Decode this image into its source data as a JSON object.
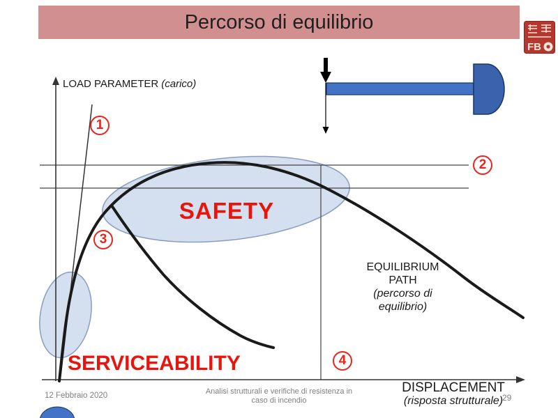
{
  "title": "Percorso di equilibrio",
  "chart": {
    "y_axis_label": "LOAD PARAMETER",
    "y_axis_label_sub": "(carico)",
    "x_axis_label": "DISPLACEMENT",
    "x_axis_label_sub": "(risposta strutturale)",
    "safety_label": "SAFETY",
    "serviceability_label": "SERVICEABILITY",
    "equilibrium_line1": "EQUILIBRIUM",
    "equilibrium_line2": "PATH",
    "equilibrium_line3": "(percorso di",
    "equilibrium_line4": "equilibrio)",
    "markers": {
      "m1": "1",
      "m2": "2",
      "m3": "3",
      "m4": "4"
    }
  },
  "footer": {
    "date": "12 Febbraio 2020",
    "caption_line1": "Analisi strutturali e verifiche di resistenza in",
    "caption_line2": "caso di incendio",
    "page": "29"
  },
  "icons": {
    "seal": "red-seal-stamp",
    "seal_text": "FB",
    "load_arrow": "down-arrow",
    "beam": "cantilever-beam-with-support"
  },
  "colors": {
    "title_bg": "#d28f90",
    "accent_red": "#e8251d",
    "region_fill": "#ccd9ec",
    "region_stroke": "#8a9cc0",
    "beam_fill": "#4472c4",
    "beam_cap_fill": "#3a62ad",
    "beam_stroke": "#17375e",
    "seal_red": "#b5372e",
    "footer_gray": "#7f7f7f"
  }
}
